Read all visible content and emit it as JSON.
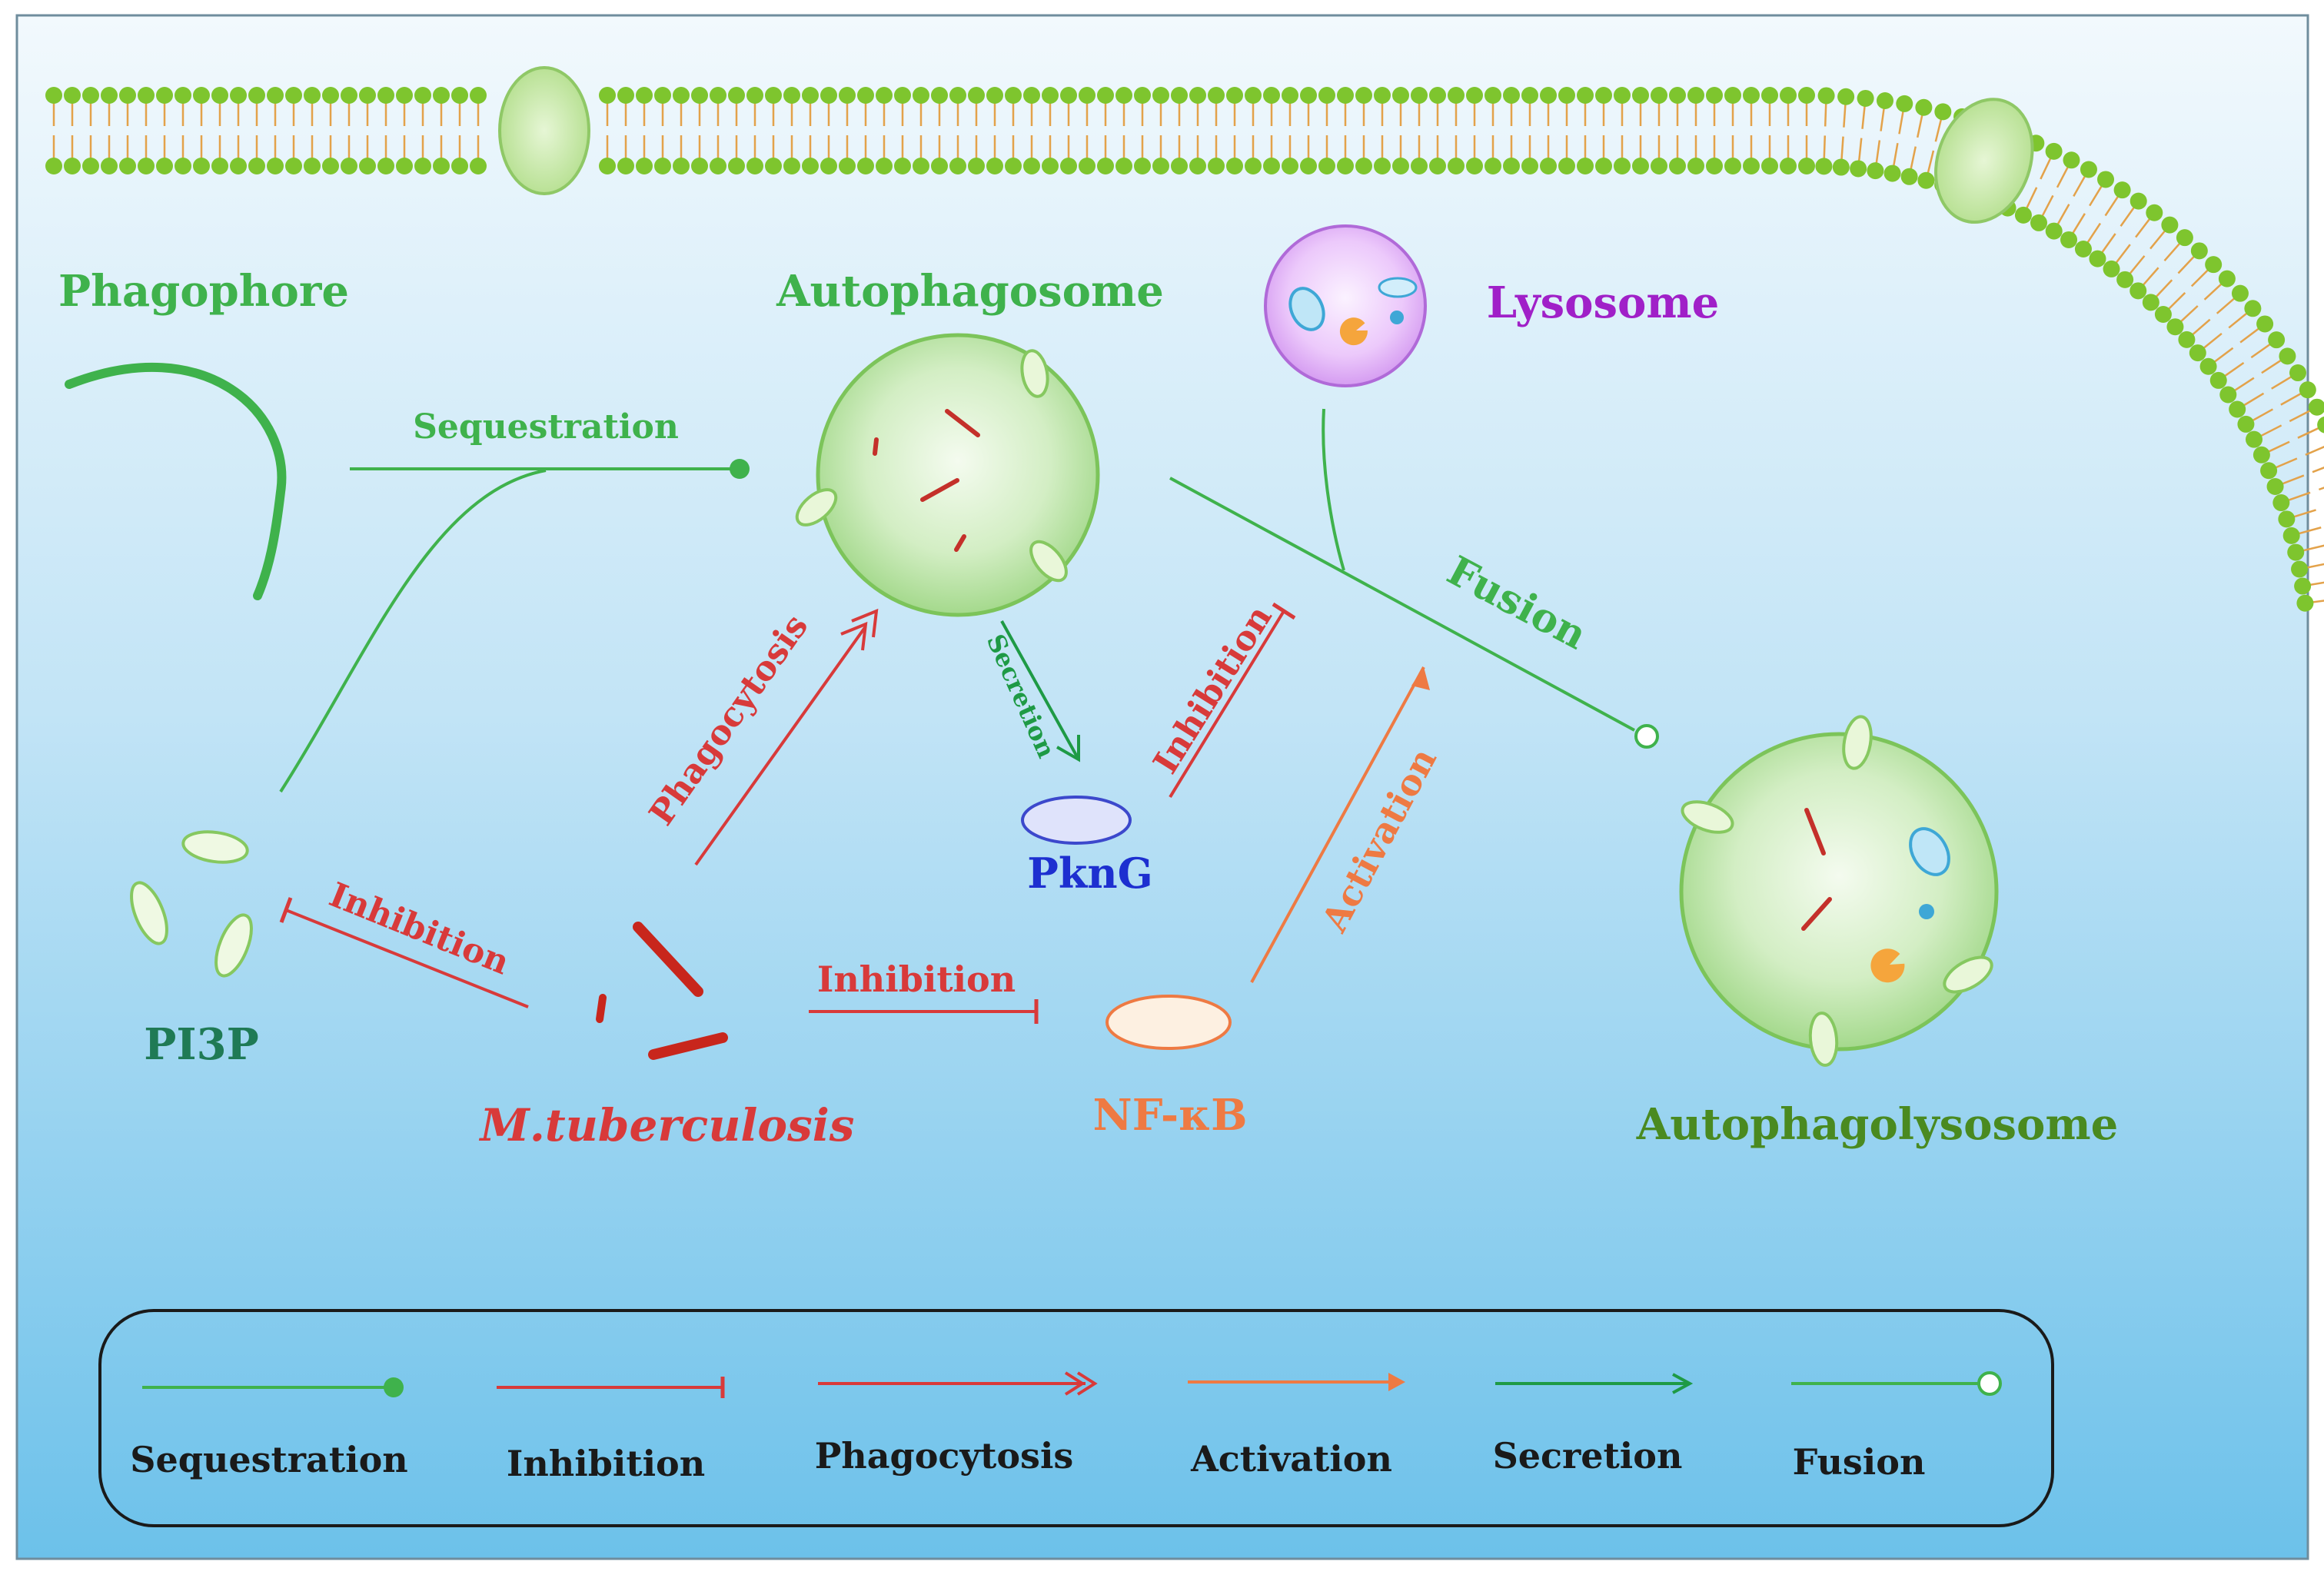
{
  "labels": {
    "phagophore": "Phagophore",
    "autophagosome": "Autophagosome",
    "lysosome": "Lysosome",
    "pi3p": "PI3P",
    "mtb": "M.tuberculosis",
    "pkng": "PknG",
    "nfkb": "NF-κB",
    "autophagolysosome": "Autophagolysosome"
  },
  "edges": {
    "sequestration": "Sequestration",
    "fusion": "Fusion",
    "secretion": "Secretion",
    "inhibition_pkng": "Inhibition",
    "phagocytosis": "Phagocytosis",
    "activation": "Activation",
    "inhibition_pi3p": "Inhibition",
    "inhibition_nfkb": "Inhibition"
  },
  "legend": {
    "sequestration": "Sequestration",
    "inhibition": "Inhibition",
    "phagocytosis": "Phagocytosis",
    "activation": "Activation",
    "secretion": "Secretion",
    "fusion": "Fusion"
  },
  "colors": {
    "sky_top": "#f2f9fd",
    "sky_bottom": "#6cc1ea",
    "membrane_green": "#7ec52e",
    "tail_orange": "#e3a24a",
    "pathway_green": "#3fb24c",
    "secretion_green": "#1e9a45",
    "inhibition_red": "#d83a3a",
    "activation_orange": "#ee7a43",
    "pkng_blue": "#1d2fd0",
    "pi3p_teal": "#1f7a55",
    "lysosome_purple": "#a020c8",
    "autophagolysosome_green": "#4a8a20"
  },
  "icons": [
    "phagophore-arc-icon",
    "autophagosome-vesicle-icon",
    "lysosome-vesicle-icon",
    "pi3p-vesicles-icon",
    "mtb-bacilli-icon",
    "pkng-ellipse-icon",
    "nfkb-ellipse-icon",
    "autophagolysosome-vesicle-icon",
    "cell-membrane-icon"
  ]
}
